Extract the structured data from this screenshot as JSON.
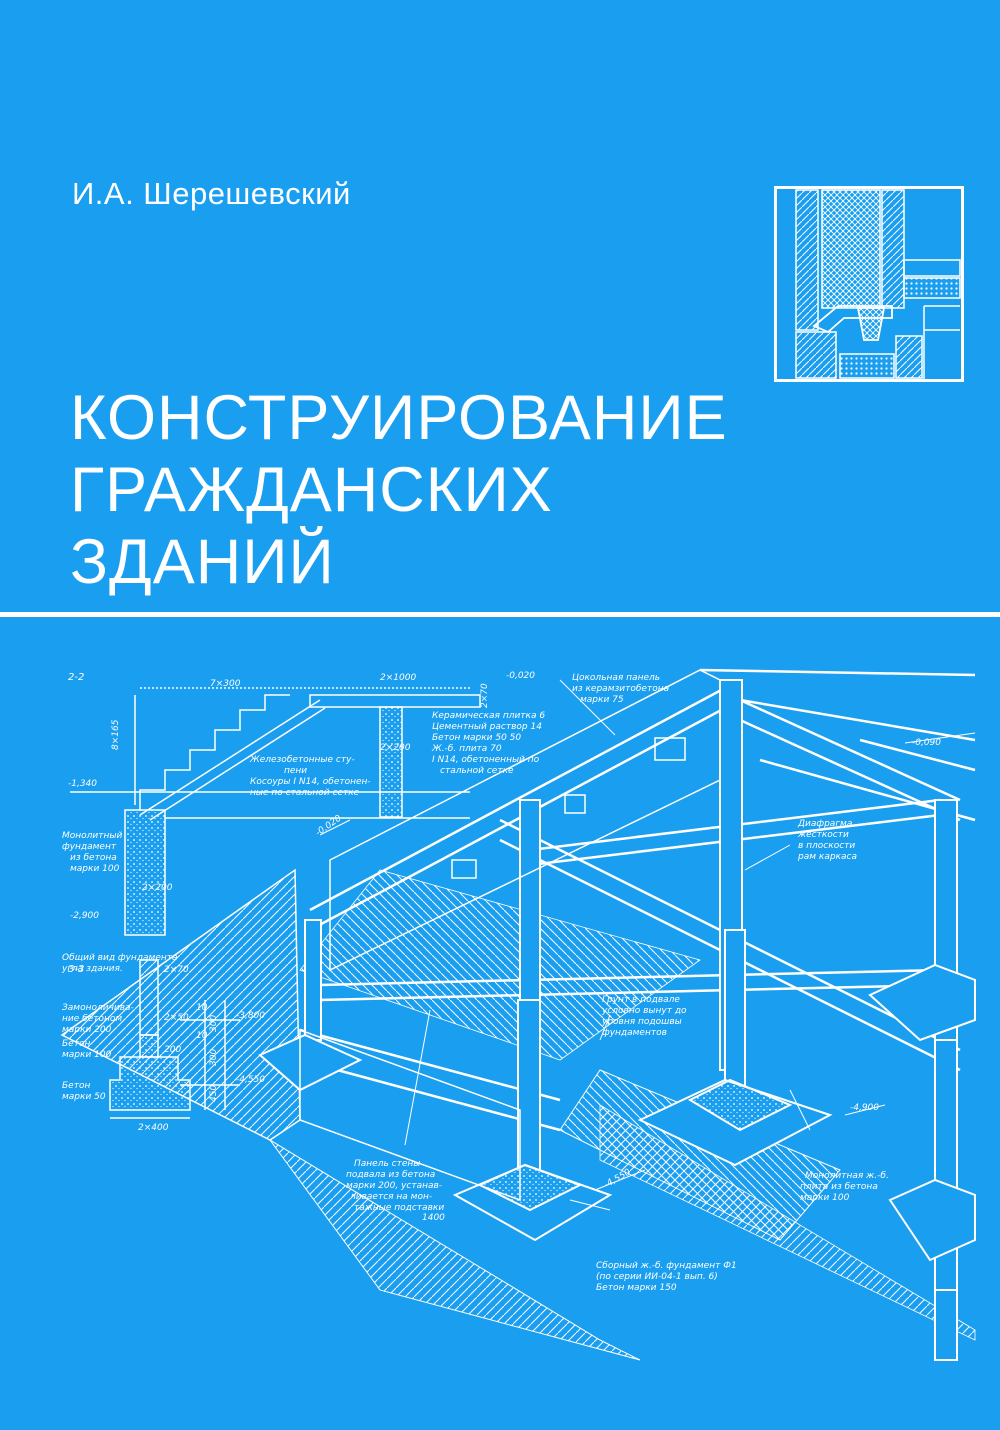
{
  "author": "И.А. Шерешевский",
  "title_lines": [
    "КОНСТРУИРОВАНИЕ",
    "ГРАЖДАНСКИХ",
    "ЗДАНИЙ"
  ],
  "colors": {
    "background": "#1a9ef0",
    "ink": "#ffffff"
  },
  "drawing_labels": {
    "section_2_2": "2-2",
    "section_3_3": "3-3",
    "dim_7x300": "7×300",
    "dim_2x1000": "2×1000",
    "dim_8x165": "8×165",
    "dim_2x70_top": "2×70",
    "dim_2x200_a": "2×200",
    "dim_2x200_b": "2×200",
    "level_0020_top": "-0,020",
    "level_0020_mid": "-0,020",
    "level_1340": "-1,340",
    "level_2900": "-2,900",
    "level_0090": "-0,090",
    "level_4900": "-4,900",
    "level_4550_a": "-4,550",
    "level_4550_b": "-4,550",
    "level_3800": "-3,800",
    "dim_1400": "1400",
    "dim_2x70": "2×70",
    "dim_2x50": "2×50",
    "dim_10_a": "10",
    "dim_10_b": "10",
    "dim_300_a": "300",
    "dim_300_b": "300",
    "dim_450": "450",
    "dim_200": "200",
    "dim_2x400": "2×400",
    "floor_layers": [
      "Керамическая плитка 6",
      "Цементный раствор 14",
      "Бетон марки 50        50",
      "Ж.-б. плита              70",
      "I N14, обетоненный по",
      "стальной сетке"
    ],
    "steps_note": [
      "Железобетонные сту-",
      "пени",
      "Косоуры I N14, обетонен-",
      "ные по стальной сетке"
    ],
    "monolith_foundation": [
      "Монолитный",
      "фундамент",
      "из бетона",
      "марки 100"
    ],
    "general_view": [
      "Общий вид фундамента",
      "угла здания."
    ],
    "plinth_panel": [
      "Цокольная панель",
      "из керамзитобетона",
      "марки 75"
    ],
    "diaphragm": [
      "Диафрагма",
      "жесткости",
      "в плоскости",
      "рам каркаса"
    ],
    "soil_note": [
      "Грунт в подвале",
      "условно вынут до",
      "уровня подошвы",
      "фундаментов"
    ],
    "basement_panel": [
      "Панель стены",
      "подвала из бетона",
      "марки 200, устанав-",
      "ливается на мон-",
      "тажные подставки"
    ],
    "monolith_slab": [
      "Монолитная ж.-б.",
      "плита из бетона",
      "марки 100"
    ],
    "precast_foundation": [
      "Сборный ж.-б. фундамент Ф1",
      "(по серии ИИ-04-1 вып. 6)",
      "Бетон марки 150"
    ],
    "grouted_note": [
      "Замоноличива-",
      "ние бетоном",
      "марки 200"
    ],
    "concrete_100": [
      "Бетон",
      "марки 100"
    ],
    "concrete_50": [
      "Бетон",
      "марки 50"
    ]
  }
}
